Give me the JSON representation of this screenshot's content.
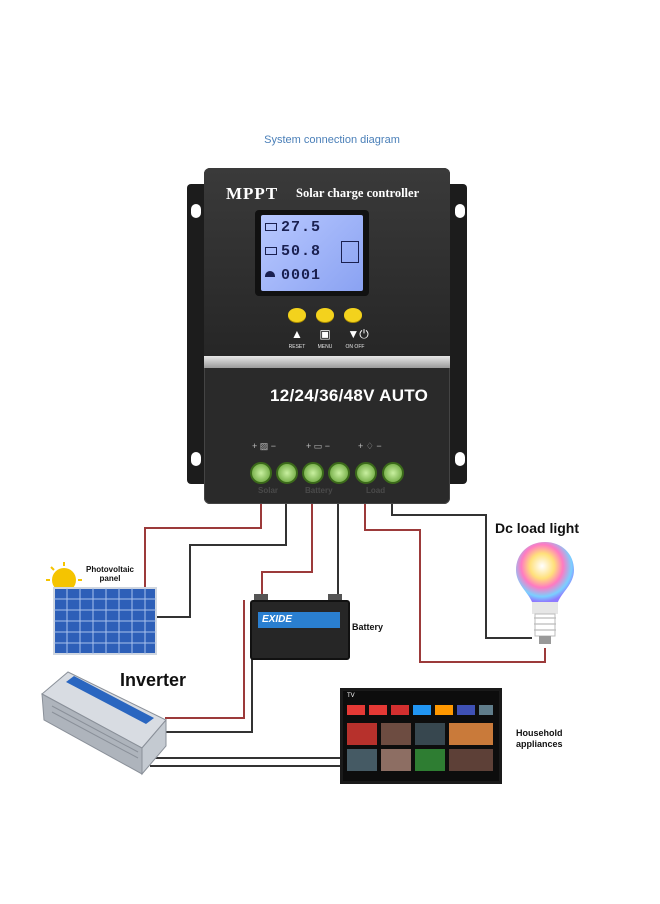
{
  "diagram": {
    "title": "System connection diagram",
    "controller": {
      "brand": "MPPT",
      "subtitle": "Solar charge controller",
      "display": {
        "row1": "27.5",
        "row2": "50.8",
        "row3": "0001"
      },
      "buttons": [
        {
          "symbol": "▲",
          "label": "RESET"
        },
        {
          "symbol": "▣",
          "label": "MENU"
        },
        {
          "symbol": "▼⏻",
          "label": "ON OFF"
        }
      ],
      "voltage_rating": "12/24/36/48V AUTO",
      "terminal_groups": [
        "Solar",
        "Battery",
        "Load"
      ]
    },
    "components": {
      "dc_load": "Dc load light",
      "pv_panel": "Photovoltaic panel",
      "battery": "Battery",
      "battery_brand": "EXIDE",
      "inverter": "Inverter",
      "appliances": "Household appliances",
      "tv_badge": "TV"
    }
  }
}
